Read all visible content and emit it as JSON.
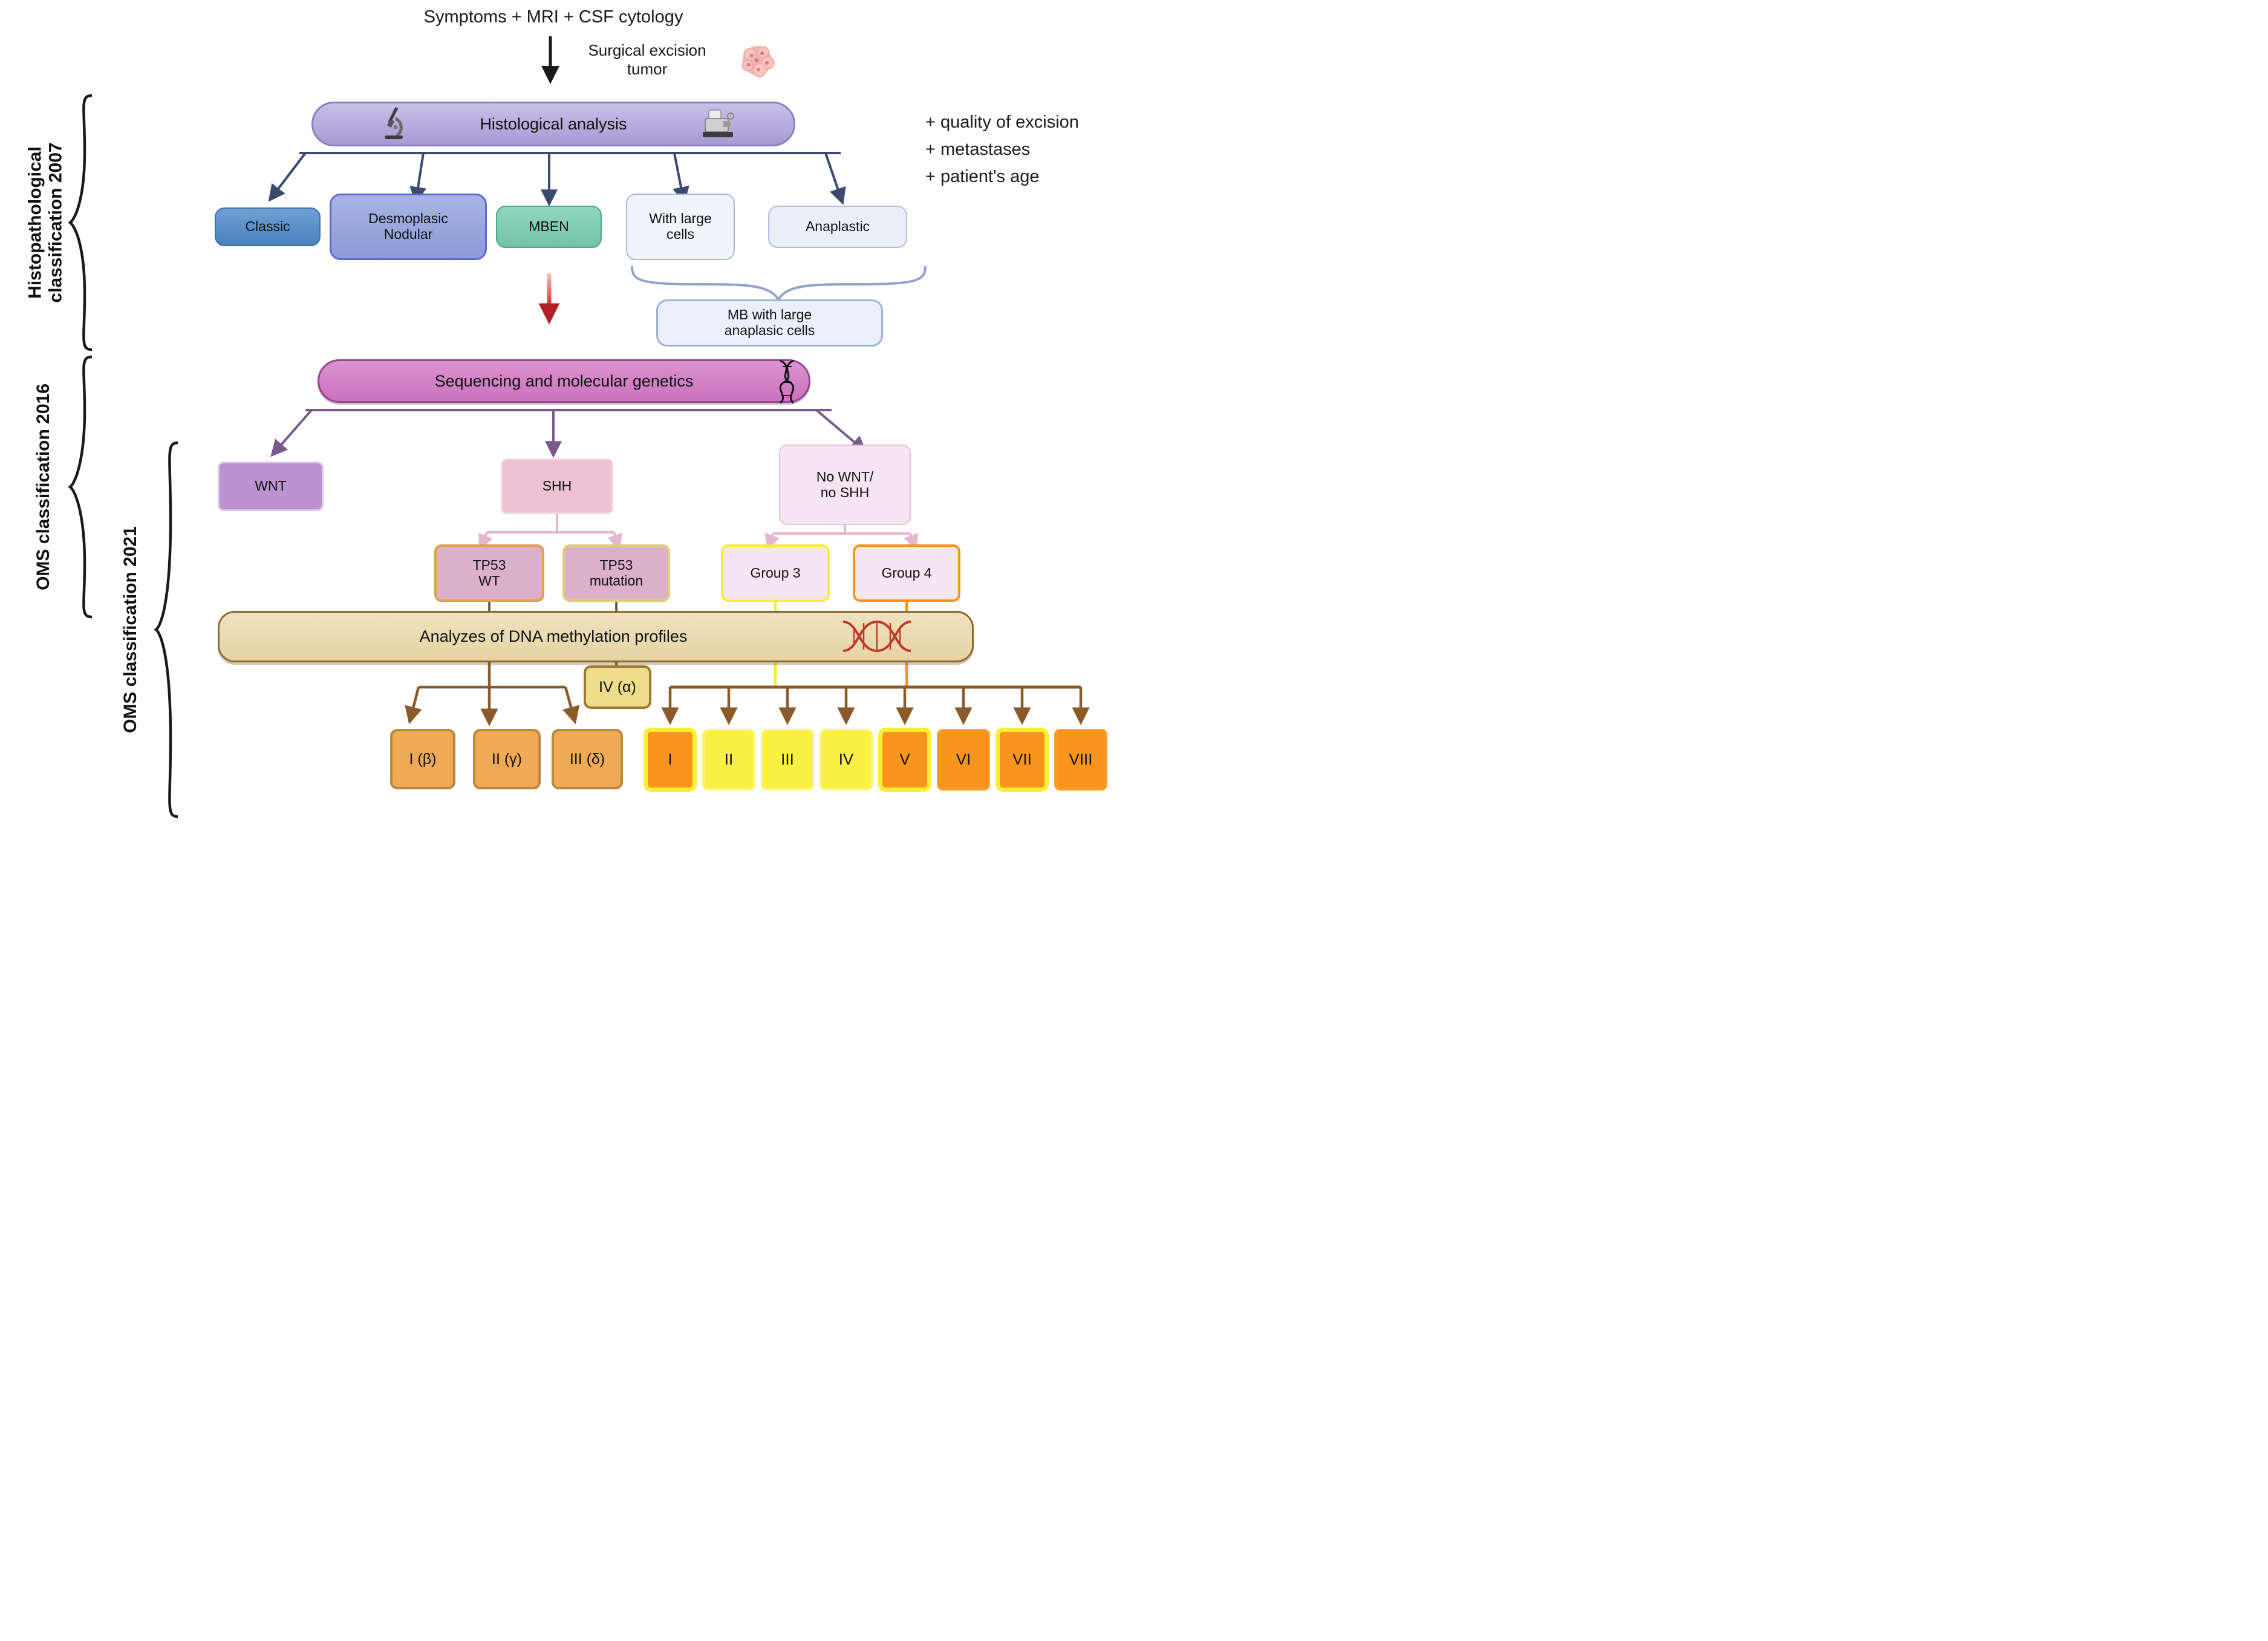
{
  "top": {
    "title": "Symptoms + MRI + CSF cytology",
    "surgical_line1": "Surgical excision",
    "surgical_line2": "tumor"
  },
  "side": {
    "label2007_line1": "Histopathological",
    "label2007_line2": "classification 2007",
    "label2016": "OMS classification 2016",
    "label2021": "OMS classification 2021"
  },
  "notes": {
    "n1": "+ quality of excision",
    "n2": "+ metastases",
    "n3": "+ patient's age"
  },
  "histology": {
    "title": "Histological analysis",
    "classic": "Classic",
    "desmo_line1": "Desmoplasic",
    "desmo_line2": "Nodular",
    "mben": "MBEN",
    "large_line1": "With large",
    "large_line2": "cells",
    "anaplastic": "Anaplastic",
    "mb_line1": "MB with large",
    "mb_line2": "anaplasic cells"
  },
  "sequencing": {
    "title": "Sequencing and molecular genetics",
    "wnt": "WNT",
    "shh": "SHH",
    "nownt_line1": "No WNT/",
    "nownt_line2": "no SHH",
    "tp53wt_line1": "TP53",
    "tp53wt_line2": "WT",
    "tp53mut_line1": "TP53",
    "tp53mut_line2": "mutation",
    "group3": "Group 3",
    "group4": "Group 4"
  },
  "methylation": {
    "title": "Analyzes of DNA methylation profiles",
    "iv_alpha": "IV (α)",
    "shh_subtypes": [
      "I (β)",
      "II (γ)",
      "III (δ)"
    ],
    "g34_subtypes": [
      "I",
      "II",
      "III",
      "IV",
      "V",
      "VI",
      "VII",
      "VIII"
    ]
  },
  "colors": {
    "navy_arrow": "#3b4a6e",
    "purple_arrow": "#7a5a8a",
    "pink_connector": "#e4b6d2",
    "brown_connector": "#8a5a2b",
    "red_arrow": "#c1272d",
    "group3_line": "#f5e93a",
    "group4_line": "#f6951d",
    "histology_pill": "#b3a6da",
    "sequencing_pill": "#d584ca",
    "methylation_pill": "#ebd9ae",
    "brace": "#1a1a1a",
    "light_brace": "#8fa3cc"
  }
}
